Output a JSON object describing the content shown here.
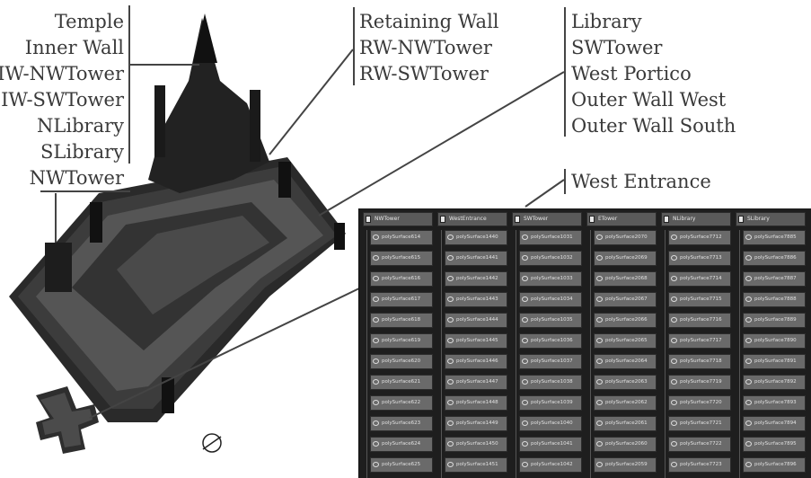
{
  "labels_left": [
    "Temple",
    "Inner Wall",
    "IW-NWTower",
    "IW-SWTower",
    "NLibrary",
    "SLibrary",
    "NWTower"
  ],
  "labels_retaining": [
    "Retaining Wall",
    "RW-NWTower",
    "RW-SWTower"
  ],
  "labels_library": [
    "Library",
    "SWTower",
    "West Portico",
    "Outer Wall West",
    "Outer Wall South"
  ],
  "label_entrance": "West Entrance",
  "outliner": {
    "groups": [
      "NWTower",
      "WestEntrance",
      "SWTower",
      "ETower",
      "NLibrary",
      "SLibrary"
    ],
    "columns": [
      [
        "polySurface614",
        "polySurface615",
        "polySurface616",
        "polySurface617",
        "polySurface618",
        "polySurface619",
        "polySurface620",
        "polySurface621",
        "polySurface622",
        "polySurface623",
        "polySurface624",
        "polySurface625"
      ],
      [
        "polySurface1440",
        "polySurface1441",
        "polySurface1442",
        "polySurface1443",
        "polySurface1444",
        "polySurface1445",
        "polySurface1446",
        "polySurface1447",
        "polySurface1448",
        "polySurface1449",
        "polySurface1450",
        "polySurface1451"
      ],
      [
        "polySurface1031",
        "polySurface1032",
        "polySurface1033",
        "polySurface1034",
        "polySurface1035",
        "polySurface1036",
        "polySurface1037",
        "polySurface1038",
        "polySurface1039",
        "polySurface1040",
        "polySurface1041",
        "polySurface1042"
      ],
      [
        "polySurface2070",
        "polySurface2069",
        "polySurface2068",
        "polySurface2067",
        "polySurface2066",
        "polySurface2065",
        "polySurface2064",
        "polySurface2063",
        "polySurface2062",
        "polySurface2061",
        "polySurface2060",
        "polySurface2059"
      ],
      [
        "polySurface7712",
        "polySurface7713",
        "polySurface7714",
        "polySurface7715",
        "polySurface7716",
        "polySurface7717",
        "polySurface7718",
        "polySurface7719",
        "polySurface7720",
        "polySurface7721",
        "polySurface7722",
        "polySurface7723"
      ],
      [
        "polySurface7885",
        "polySurface7886",
        "polySurface7887",
        "polySurface7888",
        "polySurface7889",
        "polySurface7890",
        "polySurface7891",
        "polySurface7892",
        "polySurface7893",
        "polySurface7894",
        "polySurface7895",
        "polySurface7896"
      ]
    ]
  },
  "colors": {
    "panel_bg": "#1e1e1e",
    "item_bg": "#6a6a6a",
    "label_text": "#3a3a3a",
    "leader": "#444444"
  }
}
